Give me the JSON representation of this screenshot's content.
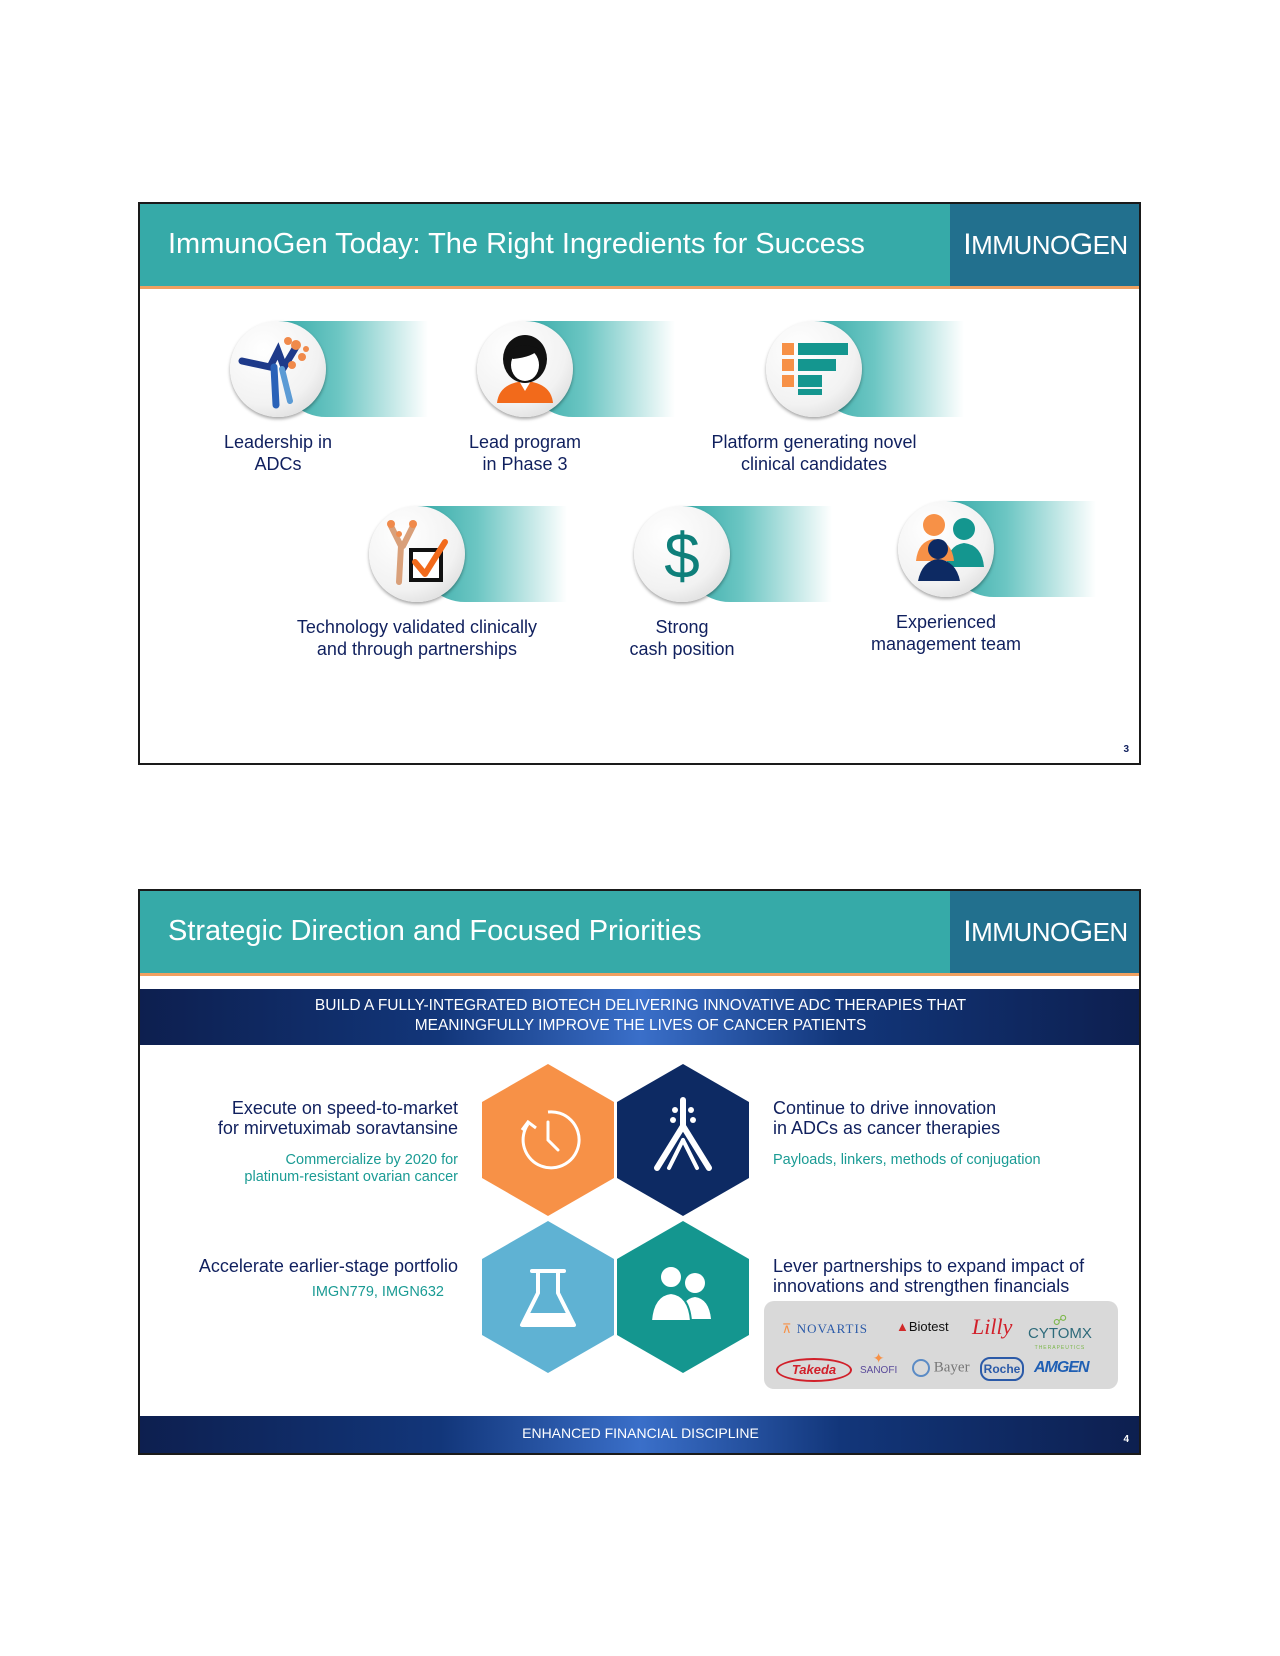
{
  "slide3": {
    "title": "ImmunoGen Today: The Right Ingredients for Success",
    "brand_part1": "I",
    "brand_part2": "MMUNO",
    "brand_part3": "G",
    "brand_part4": "EN",
    "page_number": "3",
    "features": [
      {
        "line1": "Leadership in",
        "line2": "ADCs",
        "icon": "antibody-icon"
      },
      {
        "line1": "Lead program",
        "line2": "in Phase 3",
        "icon": "person-icon"
      },
      {
        "line1": "Platform generating novel",
        "line2": "clinical candidates",
        "icon": "platform-bars-icon"
      },
      {
        "line1": "Technology validated clinically",
        "line2": "and through partnerships",
        "icon": "checkbox-antibody-icon"
      },
      {
        "line1": "Strong",
        "line2": "cash position",
        "icon": "dollar-icon"
      },
      {
        "line1": "Experienced",
        "line2": "management team",
        "icon": "team-icon"
      }
    ]
  },
  "slide4": {
    "title": "Strategic Direction and Focused Priorities",
    "brand_part1": "I",
    "brand_part2": "MMUNO",
    "brand_part3": "G",
    "brand_part4": "EN",
    "page_number": "4",
    "banner_line1": "BUILD A FULLY-INTEGRATED BIOTECH DELIVERING INNOVATIVE ADC THERAPIES THAT",
    "banner_line2": "MEANINGFULLY IMPROVE THE LIVES OF CANCER PATIENTS",
    "footer_banner": "ENHANCED FINANCIAL DISCIPLINE",
    "priorities": {
      "top_left": {
        "line1": "Execute on speed-to-market",
        "line2": "for mirvetuximab soravtansine",
        "sub1": "Commercialize by 2020 for",
        "sub2": "platinum-resistant ovarian cancer"
      },
      "top_right": {
        "line1": "Continue to drive innovation",
        "line2": "in ADCs as cancer therapies",
        "sub1": "Payloads, linkers, methods of conjugation"
      },
      "bottom_left": {
        "line1": "Accelerate earlier-stage portfolio",
        "sub1": "IMGN779, IMGN632"
      },
      "bottom_right": {
        "line1": "Lever partnerships to expand impact of",
        "line2": "innovations and strengthen financials"
      }
    },
    "partners": [
      "NOVARTIS",
      "Biotest",
      "Lilly",
      "CYTOMX",
      "THERAPEUTICS",
      "Takeda",
      "SANOFI",
      "Bayer",
      "Roche",
      "AMGEN"
    ],
    "hex_colors": {
      "orange": "#f79147",
      "navy": "#0d2a63",
      "lightblue": "#5fb2d3",
      "teal": "#14968f"
    }
  }
}
